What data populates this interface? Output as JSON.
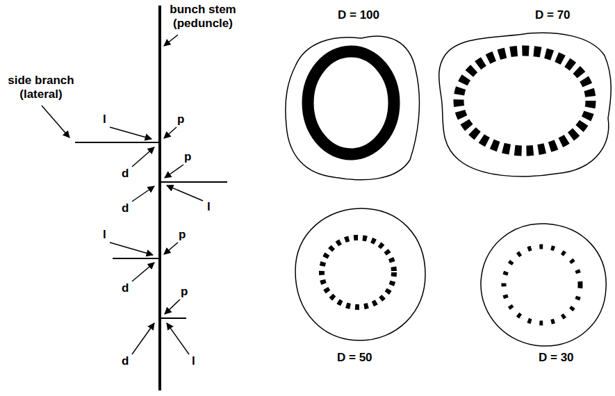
{
  "diagram": {
    "labels": [
      "bunch stem (peduncle)",
      "side branch (lateral)",
      "l",
      "p",
      "d",
      "p",
      "d",
      "l",
      "l",
      "p",
      "d",
      "p",
      "d",
      "l",
      "D = 100",
      "D = 70",
      "D = 50",
      "D = 30"
    ]
  }
}
